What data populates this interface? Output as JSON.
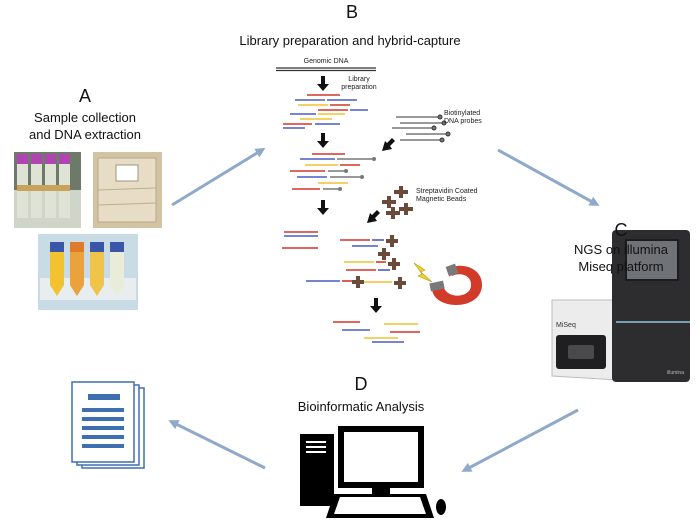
{
  "sections": {
    "a": {
      "letter": "A",
      "title_line1": "Sample collection",
      "title_line2": "and DNA extraction"
    },
    "b": {
      "letter": "B",
      "title": "Library preparation and hybrid-capture"
    },
    "c": {
      "letter": "C",
      "title_line1": "NGS on illumina",
      "title_line2": "Miseq platform"
    },
    "d": {
      "letter": "D",
      "title": "Bioinformatic Analysis"
    }
  },
  "protocol_labels": {
    "genomic_dna": "Genomic DNA",
    "library_prep_line1": "Library",
    "library_prep_line2": "preparation",
    "probes_line1": "Biotinylated",
    "probes_line2": "DNA probes",
    "beads_line1": "Streptavidin Coated",
    "beads_line2": "Magnetic Beads"
  },
  "sequencer": {
    "model": "MiSeq",
    "brand": "illumina"
  },
  "colors": {
    "flow_arrow": "#8fa9c9",
    "dna_red": "#d8342c",
    "dna_blue": "#4a5bc4",
    "dna_yellow": "#f2c230",
    "bead": "#6b4a3a",
    "magnet_red": "#d23a2a",
    "document_blue": "#3e6fb0",
    "tube_cap_purple": "#b044b0"
  }
}
